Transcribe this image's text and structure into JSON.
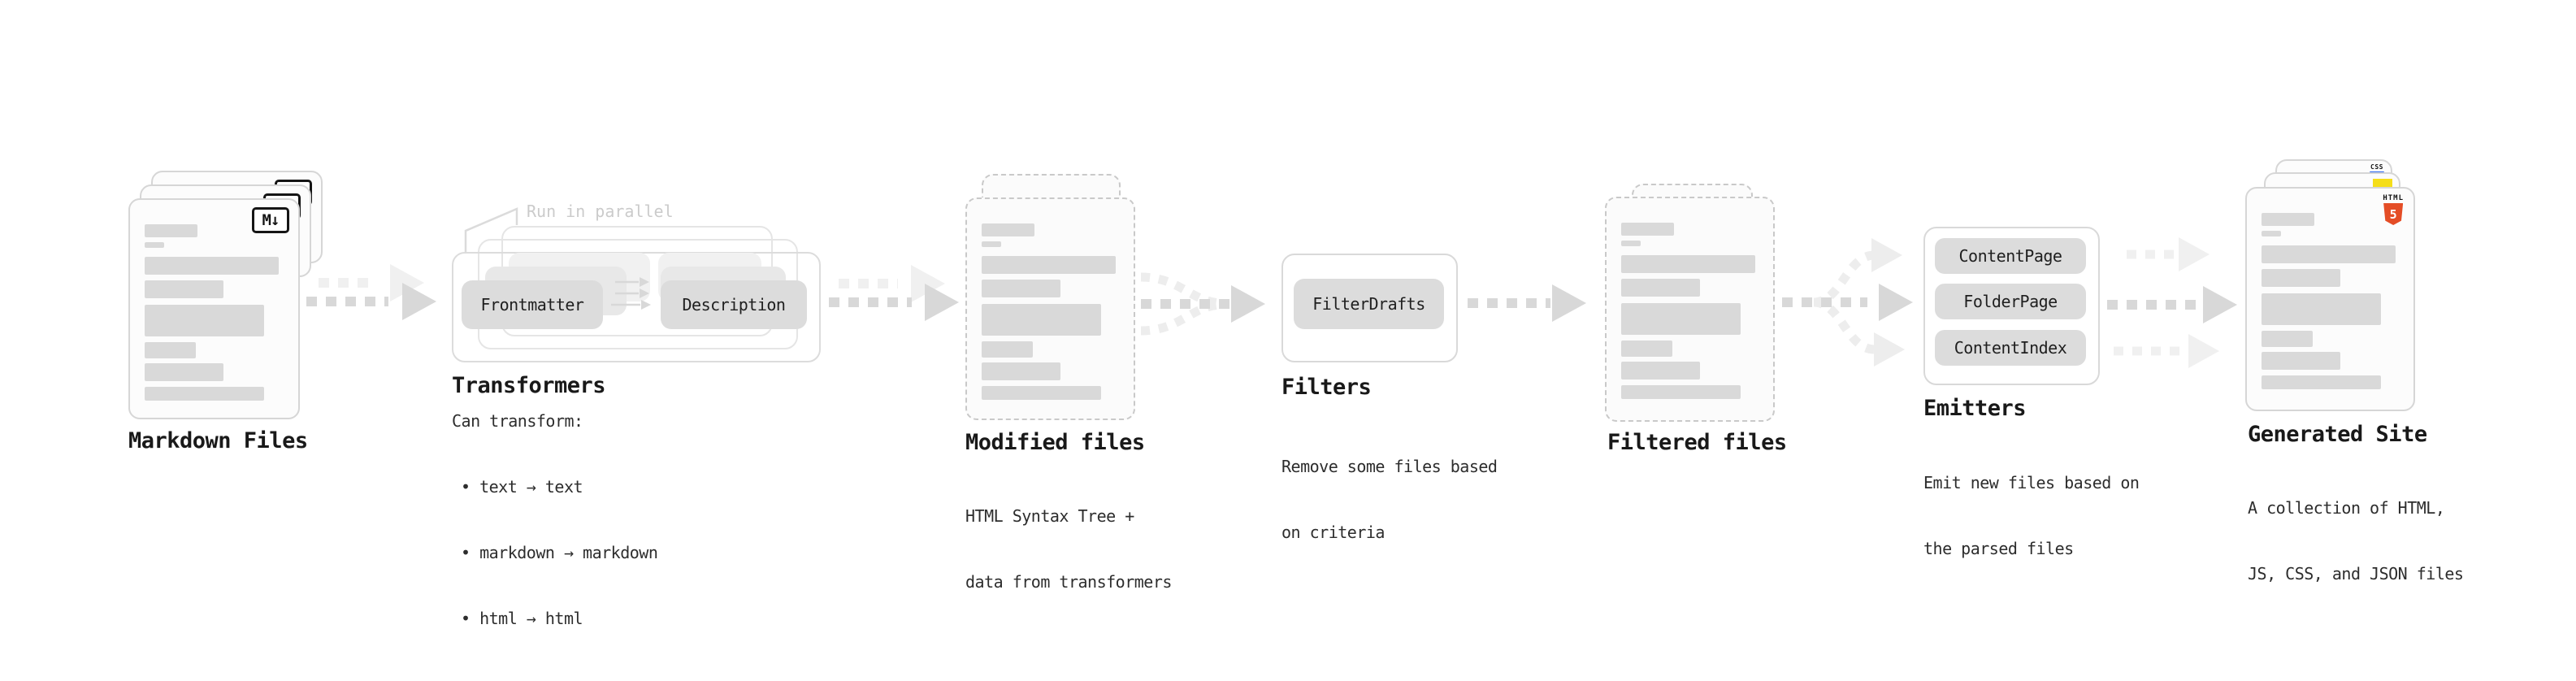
{
  "markdown_files": {
    "label": "Markdown Files",
    "badge": "M↓"
  },
  "transformers": {
    "callout": "Run in parallel",
    "pill_left": "Frontmatter",
    "pill_right": "Description",
    "label": "Transformers",
    "desc_title": "Can transform:",
    "bullets": [
      "• text → text",
      "• markdown → markdown",
      "• html → html"
    ]
  },
  "modified_files": {
    "label": "Modified files",
    "desc": [
      "HTML Syntax Tree +",
      "data from transformers"
    ]
  },
  "filters": {
    "pill": "FilterDrafts",
    "label": "Filters",
    "desc": [
      "Remove some files based",
      "on criteria"
    ]
  },
  "filtered_files": {
    "label": "Filtered files"
  },
  "emitters": {
    "pills": [
      "ContentPage",
      "FolderPage",
      "ContentIndex"
    ],
    "label": "Emitters",
    "desc": [
      "Emit new files based on",
      "the parsed files"
    ]
  },
  "generated_site": {
    "label": "Generated Site",
    "desc": [
      "A collection of HTML,",
      "JS, CSS, and JSON files"
    ],
    "html5_text": "HTML",
    "html5_number": "5",
    "css_text": "CSS"
  },
  "colors": {
    "arrow_dark": "#d8d8d8",
    "arrow_light": "#f0f0f0",
    "pill_bg": "#dcdcdc",
    "bar": "#d9d9d9",
    "html5_orange": "#e44d26",
    "js_yellow": "#f5de19",
    "css_blue": "#2965f1"
  }
}
